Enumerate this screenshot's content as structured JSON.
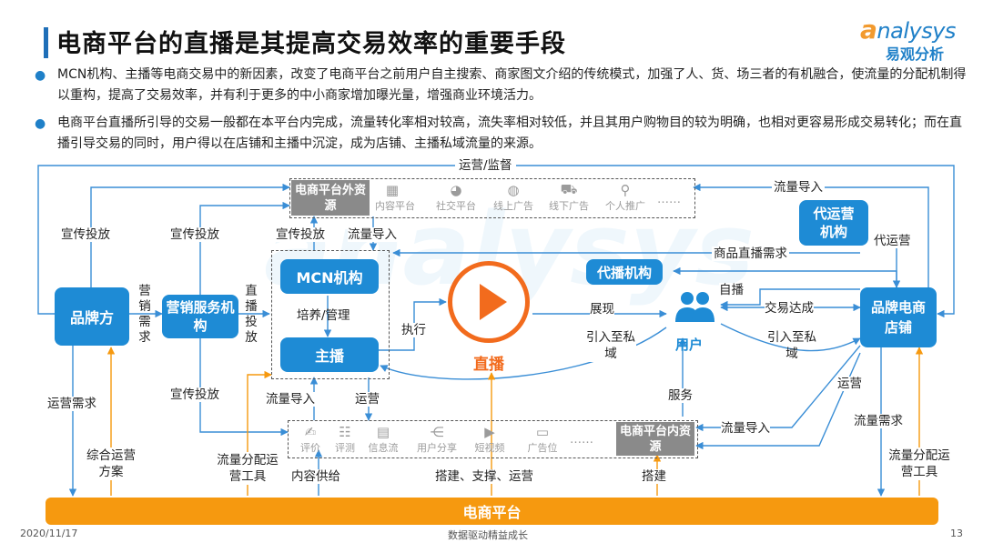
{
  "title": "电商平台的直播是其提高交易效率的重要手段",
  "logo": {
    "en_prefix": "a",
    "en_rest": "nalysys",
    "cn": "易观分析"
  },
  "bullets": [
    {
      "text": "MCN机构、主播等电商交易中的新因素，改变了电商平台之前用户自主搜索、商家图文介绍的传统模式，加强了人、货、场三者的有机融合，使流量的分配机制得以重构，提高了交易效率，并有利于更多的中小商家增加曝光量，增强商业环境活力。"
    },
    {
      "text": "电商平台直播所引导的交易一般都在本平台内完成，流量转化率相对较高，流失率相对较低，并且其用户购物目的较为明确，也相对更容易形成交易转化；而在直播引导交易的同时，用户得以在店铺和主播中沉淀，成为店铺、主播私域流量的来源。"
    }
  ],
  "nodes": {
    "brand": "品牌方",
    "marketing": "营销服务机构",
    "mcn": "MCN机构",
    "anchor": "主播",
    "agency": "代播机构",
    "ops_agency": "代运营机构",
    "store": "品牌电商店铺",
    "user": "用户",
    "live": "直播",
    "platform": "电商平台"
  },
  "external": {
    "title": "电商平台外资源",
    "items": [
      {
        "label": "内容平台",
        "icon": "grid-icon"
      },
      {
        "label": "社交平台",
        "icon": "chat-bubble-icon"
      },
      {
        "label": "线上广告",
        "icon": "globe-icon"
      },
      {
        "label": "线下广告",
        "icon": "cart-icon"
      },
      {
        "label": "个人推广",
        "icon": "person-promo-icon"
      }
    ],
    "ellipsis": "……"
  },
  "internal": {
    "title": "电商平台内资源",
    "items": [
      {
        "label": "评价",
        "icon": "thumbs-up-icon"
      },
      {
        "label": "评测",
        "icon": "checklist-icon"
      },
      {
        "label": "信息流",
        "icon": "feed-icon"
      },
      {
        "label": "用户分享",
        "icon": "share-icon"
      },
      {
        "label": "短视频",
        "icon": "video-icon"
      },
      {
        "label": "广告位",
        "icon": "ad-slot-icon"
      }
    ],
    "ellipsis": "……"
  },
  "labels": {
    "ops_supervise": "运营/监督",
    "traffic_in_top": "流量导入",
    "promo_brand": "宣传投放",
    "promo_marketing": "宣传投放",
    "promo_mcn": "宣传投放",
    "traffic_in_mcn": "流量导入",
    "marketing_v": "营销需求",
    "live_invest_v": "直播投放",
    "train_manage": "培养/管理",
    "execute": "执行",
    "show": "展现",
    "product_live_demand": "商品直播需求",
    "self_live": "自播",
    "deal": "交易达成",
    "ops_agent": "代运营",
    "private_left": "引入至私域",
    "private_right": "引入至私域",
    "ops_demand": "运营需求",
    "integrated_plan": "综合运营方案",
    "traffic_tools_left": "流量分配运营工具",
    "promo_lower": "宣传投放",
    "traffic_in_lower": "流量导入",
    "ops_lower": "运营",
    "content_supply": "内容供给",
    "build_support": "搭建、支撑、运营",
    "service": "服务",
    "build": "搭建",
    "traffic_in_inner": "流量导入",
    "ops_right": "运营",
    "traffic_demand": "流量需求",
    "traffic_tools_right": "流量分配运营工具"
  },
  "footer": {
    "date": "2020/11/17",
    "slogan": "数据驱动精益成长",
    "page": "13"
  },
  "colors": {
    "blue": "#1e8bd5",
    "orange": "#f6990f",
    "live_orange": "#f26b1d",
    "arrow_blue": "#3a8ed6",
    "grey": "#8a8a8a"
  }
}
